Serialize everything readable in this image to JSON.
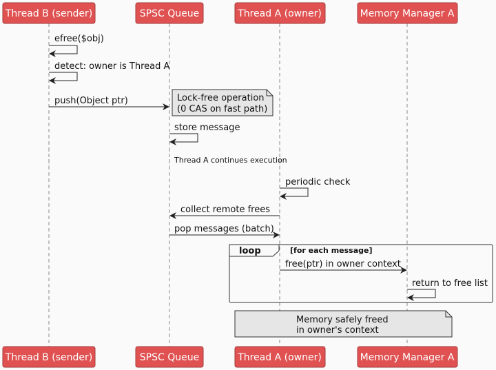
{
  "participants": [
    {
      "label": "Thread B (sender)"
    },
    {
      "label": "SPSC Queue"
    },
    {
      "label": "Thread A (owner)"
    },
    {
      "label": "Memory Manager A"
    }
  ],
  "messages": {
    "efree": "efree($obj)",
    "detect": "detect: owner is Thread A",
    "push": "push(Object ptr)",
    "store": "store message",
    "periodic": "periodic check",
    "collect": "collect remote frees",
    "pop": "pop messages (batch)",
    "free": "free(ptr) in owner context",
    "return": "return to free list"
  },
  "notes": {
    "lockfree": [
      "Lock-free operation",
      "(0 CAS on fast path)"
    ],
    "continues": "Thread A continues execution",
    "safe": [
      "Memory safely freed",
      "in owner's context"
    ]
  },
  "loop": {
    "keyword": "loop",
    "condition": "[for each message]"
  }
}
